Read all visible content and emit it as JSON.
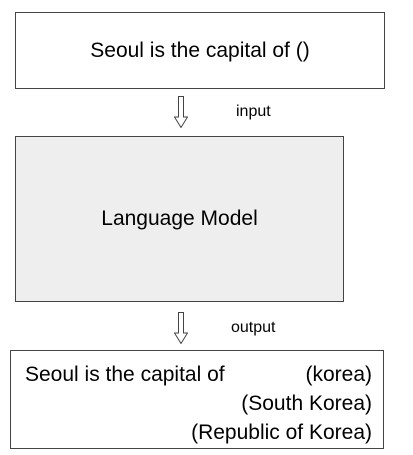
{
  "input": {
    "text": "Seoul is the capital of ()"
  },
  "arrows": {
    "input_label": "input",
    "output_label": "output"
  },
  "model": {
    "label": "Language Model"
  },
  "output": {
    "prefix": "Seoul is the capital of",
    "options": [
      "(korea)",
      "(South Korea)",
      "(Republic of Korea)"
    ]
  },
  "colors": {
    "model_fill": "#eeeeee",
    "border": "#444444"
  }
}
